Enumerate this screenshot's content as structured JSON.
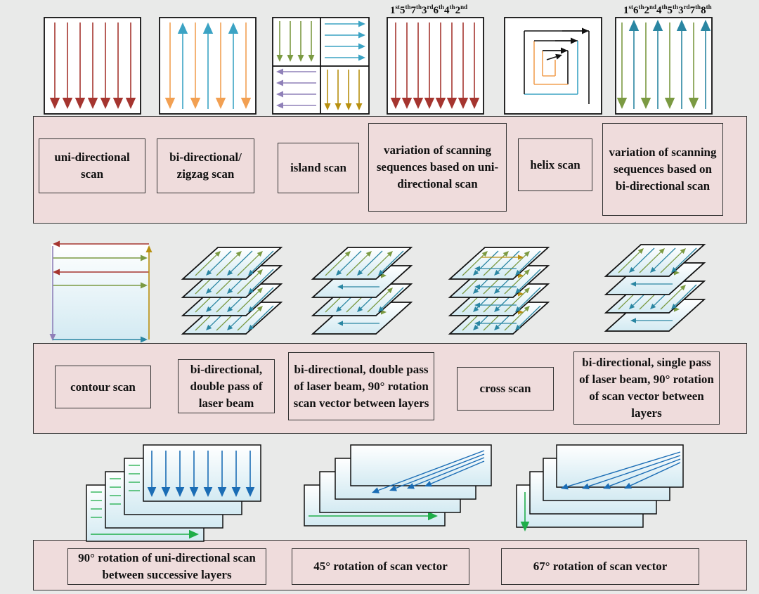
{
  "row1": {
    "labels": [
      "uni-directional scan",
      "bi-directional/ zigzag scan",
      "island scan",
      "variation of scanning sequences based on uni-directional scan",
      "helix scan",
      "variation of scanning sequences based on bi-directional scan"
    ],
    "sequence_uni": [
      [
        "1",
        "st"
      ],
      [
        "5",
        "th"
      ],
      [
        "7",
        "th"
      ],
      [
        "3",
        "rd"
      ],
      [
        "6",
        "th"
      ],
      [
        "4",
        "th"
      ],
      [
        "2",
        "nd"
      ]
    ],
    "sequence_bi": [
      [
        "1",
        "st"
      ],
      [
        "6",
        "th"
      ],
      [
        "2",
        "nd"
      ],
      [
        "4",
        "th"
      ],
      [
        "5",
        "th"
      ],
      [
        "3",
        "rd"
      ],
      [
        "7",
        "th"
      ],
      [
        "8",
        "th"
      ]
    ]
  },
  "row2": {
    "labels": [
      "contour scan",
      "bi-directional, double pass of laser beam",
      "bi-directional, double pass of laser beam, 90° rotation scan vector between layers",
      "cross scan",
      "bi-directional, single pass of laser beam, 90° rotation of scan vector between layers"
    ]
  },
  "row3": {
    "labels": [
      "90° rotation of uni-directional scan between successive layers",
      "45° rotation of scan vector",
      "67° rotation of scan vector"
    ]
  },
  "colors": {
    "panel": "#efdcdc",
    "red": "#a5352f",
    "orange": "#f2a052",
    "blue": "#3ba3c4",
    "teal": "#2a86a2",
    "olive": "#7b9a42",
    "purple": "#8f80b8",
    "gold": "#b8900f",
    "navy": "#1b6db5",
    "green": "#1fae4a"
  }
}
